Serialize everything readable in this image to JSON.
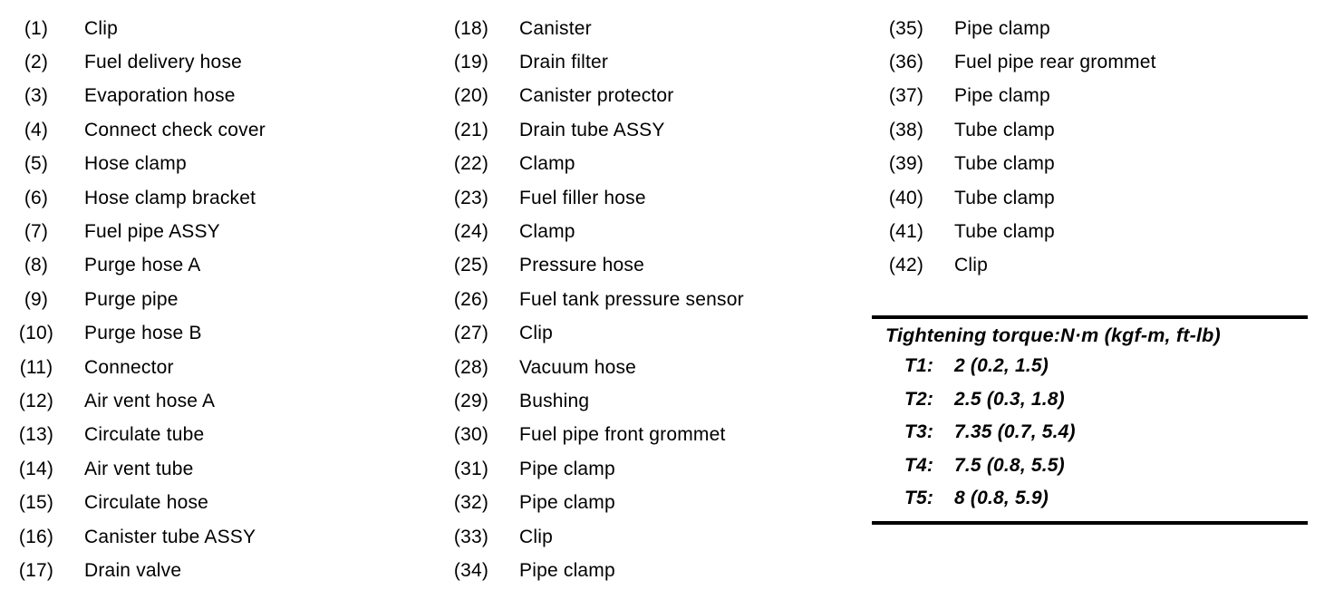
{
  "colors": {
    "background": "#ffffff",
    "text": "#000000",
    "rule": "#000000"
  },
  "parts_list": {
    "column1": [
      {
        "num": "(1)",
        "label": "Clip"
      },
      {
        "num": "(2)",
        "label": "Fuel delivery hose"
      },
      {
        "num": "(3)",
        "label": "Evaporation hose"
      },
      {
        "num": "(4)",
        "label": "Connect check cover"
      },
      {
        "num": "(5)",
        "label": "Hose clamp"
      },
      {
        "num": "(6)",
        "label": "Hose clamp bracket"
      },
      {
        "num": "(7)",
        "label": "Fuel pipe ASSY"
      },
      {
        "num": "(8)",
        "label": "Purge hose A"
      },
      {
        "num": "(9)",
        "label": "Purge pipe"
      },
      {
        "num": "(10)",
        "label": "Purge hose B"
      },
      {
        "num": "(11)",
        "label": "Connector"
      },
      {
        "num": "(12)",
        "label": "Air vent hose A"
      },
      {
        "num": "(13)",
        "label": "Circulate tube"
      },
      {
        "num": "(14)",
        "label": "Air vent tube"
      },
      {
        "num": "(15)",
        "label": "Circulate hose"
      },
      {
        "num": "(16)",
        "label": "Canister tube ASSY"
      },
      {
        "num": "(17)",
        "label": "Drain valve"
      }
    ],
    "column2": [
      {
        "num": "(18)",
        "label": "Canister"
      },
      {
        "num": "(19)",
        "label": "Drain filter"
      },
      {
        "num": "(20)",
        "label": "Canister protector"
      },
      {
        "num": "(21)",
        "label": "Drain tube ASSY"
      },
      {
        "num": "(22)",
        "label": "Clamp"
      },
      {
        "num": "(23)",
        "label": "Fuel filler hose"
      },
      {
        "num": "(24)",
        "label": "Clamp"
      },
      {
        "num": "(25)",
        "label": "Pressure hose"
      },
      {
        "num": "(26)",
        "label": "Fuel tank pressure sensor"
      },
      {
        "num": "(27)",
        "label": "Clip"
      },
      {
        "num": "(28)",
        "label": "Vacuum hose"
      },
      {
        "num": "(29)",
        "label": "Bushing"
      },
      {
        "num": "(30)",
        "label": "Fuel pipe front grommet"
      },
      {
        "num": "(31)",
        "label": "Pipe clamp"
      },
      {
        "num": "(32)",
        "label": "Pipe clamp"
      },
      {
        "num": "(33)",
        "label": "Clip"
      },
      {
        "num": "(34)",
        "label": "Pipe clamp"
      }
    ],
    "column3": [
      {
        "num": "(35)",
        "label": "Pipe clamp"
      },
      {
        "num": "(36)",
        "label": "Fuel pipe rear grommet"
      },
      {
        "num": "(37)",
        "label": "Pipe clamp"
      },
      {
        "num": "(38)",
        "label": "Tube clamp"
      },
      {
        "num": "(39)",
        "label": "Tube clamp"
      },
      {
        "num": "(40)",
        "label": "Tube clamp"
      },
      {
        "num": "(41)",
        "label": "Tube clamp"
      },
      {
        "num": "(42)",
        "label": "Clip"
      }
    ]
  },
  "torque_table": {
    "title": "Tightening torque:N·m (kgf-m, ft-lb)",
    "rows": [
      {
        "label": "T1:",
        "value": "2 (0.2, 1.5)"
      },
      {
        "label": "T2:",
        "value": "2.5 (0.3, 1.8)"
      },
      {
        "label": "T3:",
        "value": "7.35 (0.7, 5.4)"
      },
      {
        "label": "T4:",
        "value": "7.5 (0.8, 5.5)"
      },
      {
        "label": "T5:",
        "value": "8 (0.8, 5.9)"
      }
    ]
  }
}
